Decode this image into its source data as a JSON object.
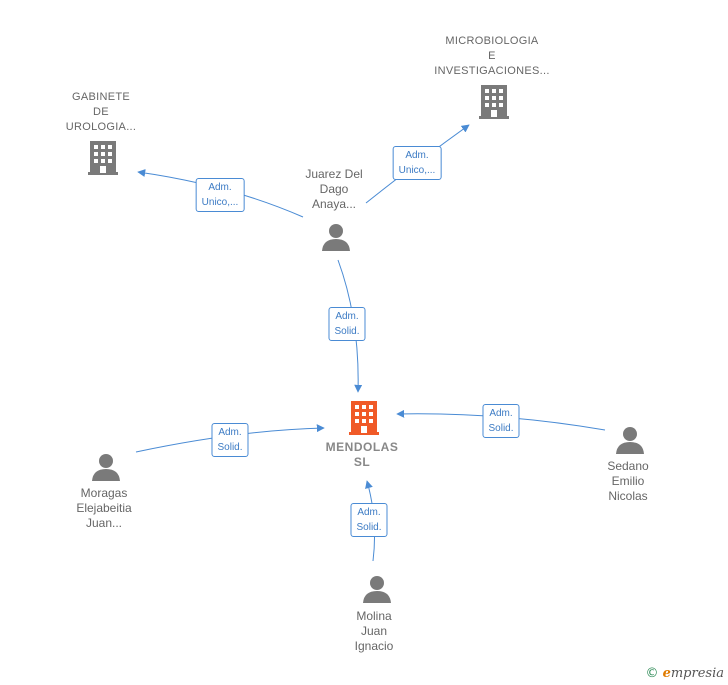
{
  "nodes": {
    "gabinete": {
      "lines": [
        "GABINETE",
        "DE",
        "UROLOGIA..."
      ]
    },
    "microbiologia": {
      "lines": [
        "MICROBIOLOGIA",
        "E",
        "INVESTIGACIONES..."
      ]
    },
    "juarez": {
      "lines": [
        "Juarez Del",
        "Dago",
        "Anaya..."
      ]
    },
    "mendolas": {
      "lines": [
        "MENDOLAS",
        "SL"
      ]
    },
    "moragas": {
      "lines": [
        "Moragas",
        "Elejabeitia",
        "Juan..."
      ]
    },
    "sedano": {
      "lines": [
        "Sedano",
        "Emilio",
        "Nicolas"
      ]
    },
    "molina": {
      "lines": [
        "Molina",
        "Juan",
        "Ignacio"
      ]
    }
  },
  "edges": {
    "juarez_gabinete": {
      "lines": [
        "Adm.",
        "Unico,..."
      ]
    },
    "juarez_microbiologia": {
      "lines": [
        "Adm.",
        "Unico,..."
      ]
    },
    "juarez_mendolas": {
      "lines": [
        "Adm.",
        "Solid."
      ]
    },
    "moragas_mendolas": {
      "lines": [
        "Adm.",
        "Solid."
      ]
    },
    "sedano_mendolas": {
      "lines": [
        "Adm.",
        "Solid."
      ]
    },
    "molina_mendolas": {
      "lines": [
        "Adm.",
        "Solid."
      ]
    }
  },
  "colors": {
    "edge": "#4a8bd4",
    "company_icon": "#7a7a7a",
    "main_company_icon": "#f05a28",
    "person_icon": "#7a7a7a"
  },
  "footer": {
    "copyright": "©",
    "brand_initial": "e",
    "brand_rest": "mpresia"
  }
}
